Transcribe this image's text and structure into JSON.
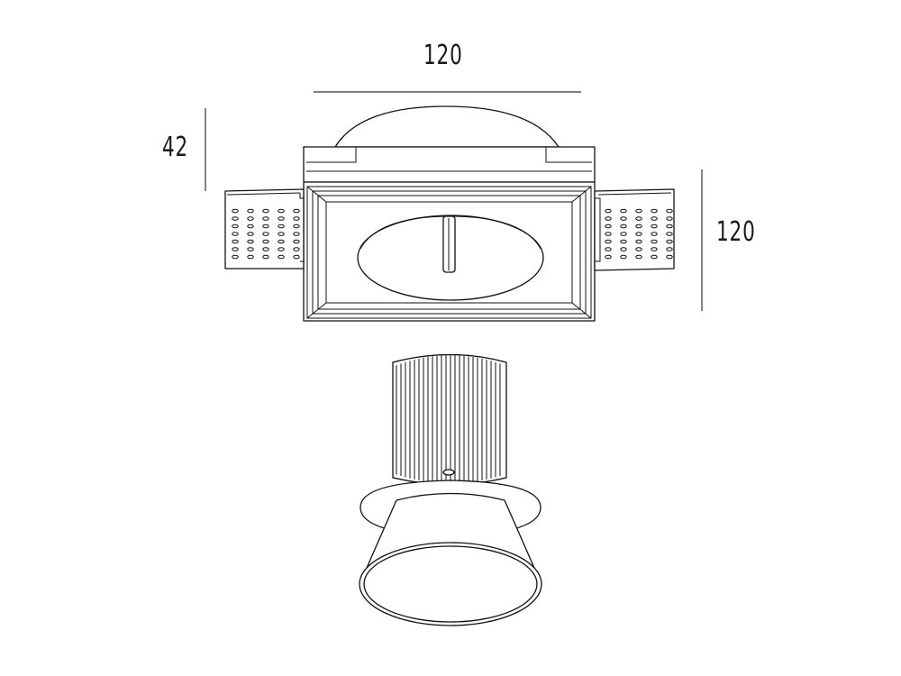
{
  "dimensions": {
    "width_top": "120",
    "depth_left": "42",
    "height_right": "120"
  }
}
